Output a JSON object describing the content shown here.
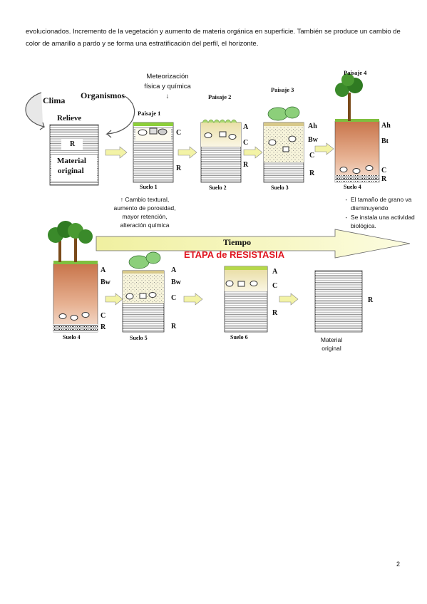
{
  "intro_text": "evolucionados. Incremento de la vegetación y aumento de materia orgánica en superficie. También se produce un cambio de color de amarillo a pardo y se forma una estratificación del perfil, el horizonte.",
  "factors": {
    "clima": "Clima",
    "organismos": "Organismos",
    "relieve": "Relieve"
  },
  "material_original": {
    "line1": "Material",
    "line2": "original"
  },
  "meteorizacion": {
    "line1": "Meteorización",
    "line2": "física y química",
    "arrow": "↓"
  },
  "paisajes": {
    "p1": "Paisaje 1",
    "p2": "Paisaje 2",
    "p3": "Paisaje 3",
    "p4": "Paisaje 4"
  },
  "suelos": {
    "s1": "Suelo 1",
    "s2": "Suelo 2",
    "s3": "Suelo 3",
    "s4": "Suelo 4",
    "s4b": "Suelo 4",
    "s5": "Suelo 5",
    "s6": "Suelo 6"
  },
  "horizons": {
    "R": "R",
    "C": "C",
    "A": "A",
    "Bw": "Bw",
    "Ah": "Ah",
    "Bt": "Bt"
  },
  "cambio_text": {
    "line1": "↑ Cambio textural,",
    "line2": "aumento de porosidad,",
    "line3": "mayor retención,",
    "line4": "alteración química"
  },
  "notes": [
    "El tamaño de grano va disminuyendo",
    "Se instala una actividad biológica."
  ],
  "tiempo": "Tiempo",
  "etapa": "ETAPA de RESISTASIA",
  "material_original_bottom": {
    "line1": "Material",
    "line2": "original"
  },
  "page_number": "2",
  "colors": {
    "soil_top": "#c8744a",
    "soil_bottom": "#f3dccb",
    "grass": "#7fbf3f",
    "etapa_red": "#e0141e",
    "arrow_yellow": "#f3f3a6",
    "leaf": "#8ccf7a"
  }
}
